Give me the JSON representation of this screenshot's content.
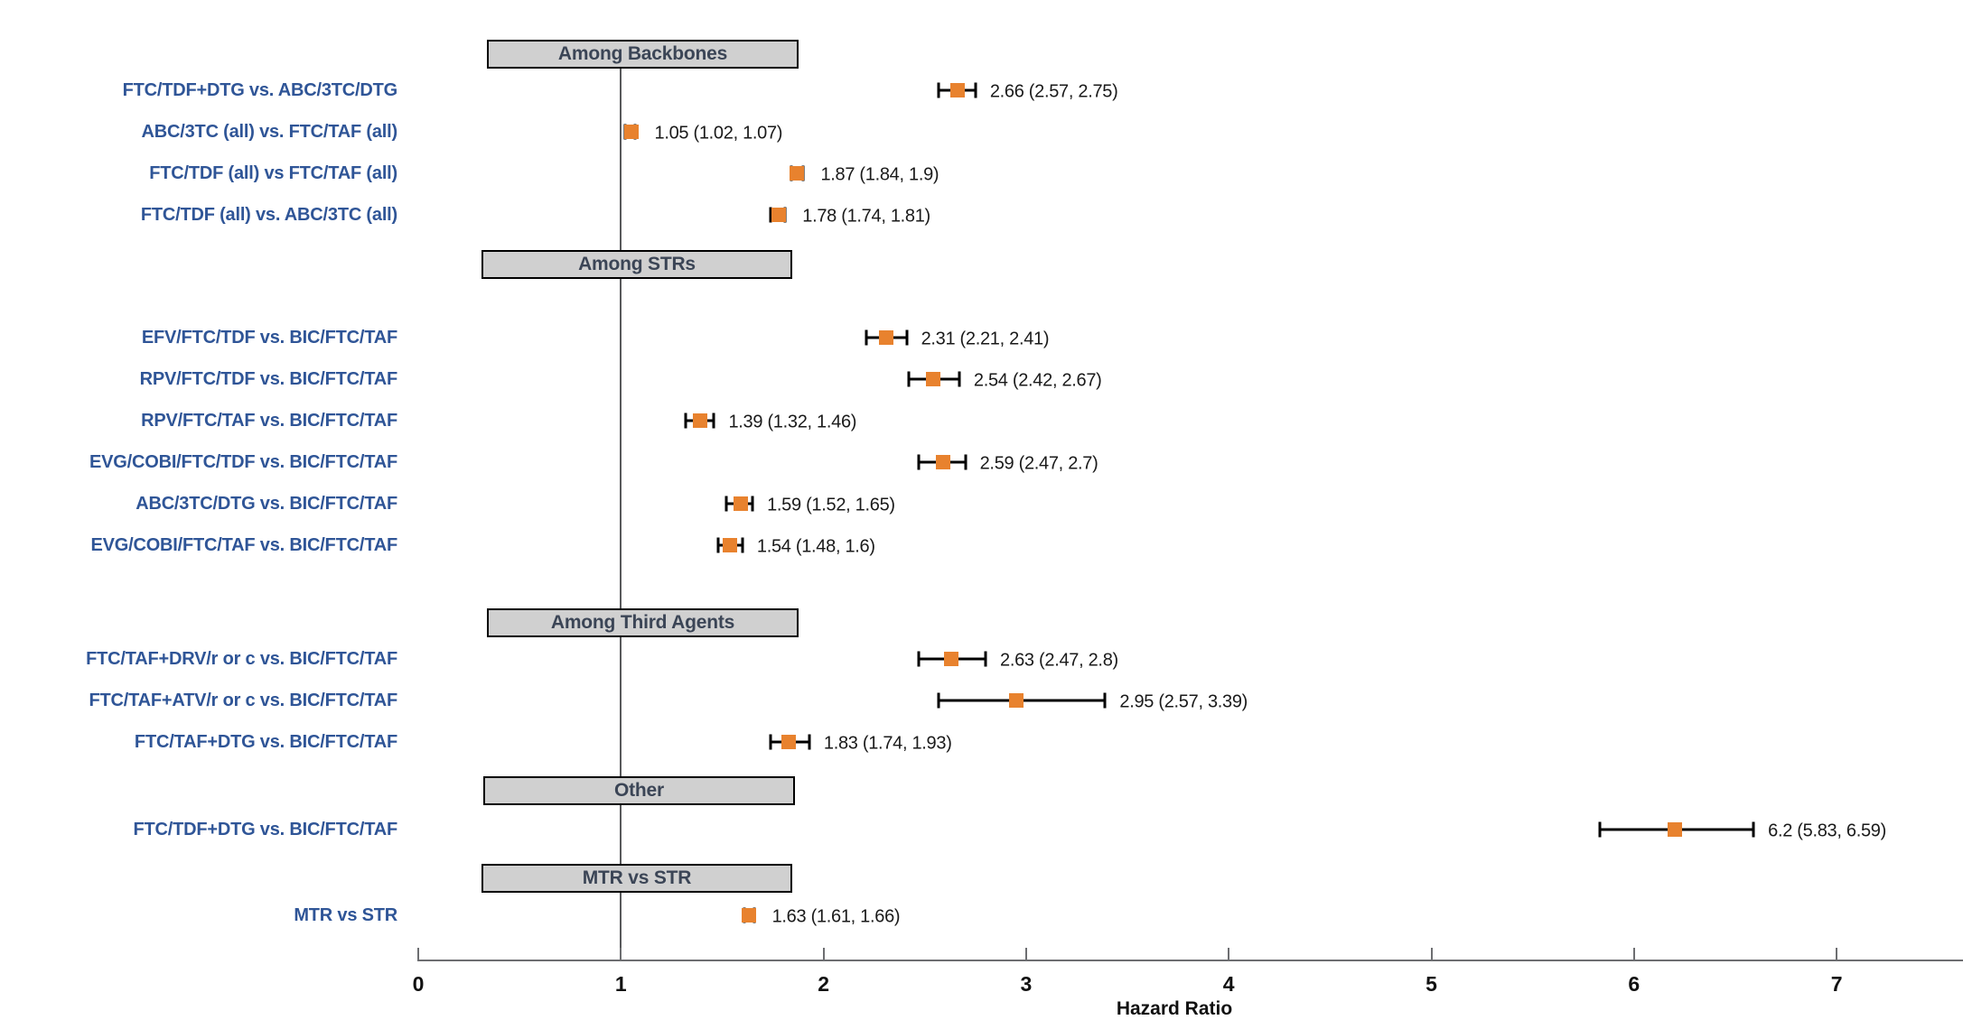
{
  "chart_data": {
    "type": "forest",
    "title": "",
    "xlabel": "Hazard Ratio",
    "ylabel": "",
    "xlim": [
      0,
      7
    ],
    "xticks": [
      "0",
      "1",
      "2",
      "3",
      "4",
      "5",
      "6",
      "7"
    ],
    "grid": false,
    "reference_line": 1,
    "marker_color": "#e8822e",
    "label_color": "#2f5597",
    "section_header_fill": "#d0d0d0",
    "sections": [
      {
        "header": "Among Backbones",
        "rows": [
          {
            "label": "FTC/TDF+DTG vs. ABC/3TC/DTG",
            "estimate": 2.66,
            "lower": 2.57,
            "upper": 2.75,
            "text": "2.66 (2.57, 2.75)"
          },
          {
            "label": "ABC/3TC (all) vs. FTC/TAF (all)",
            "estimate": 1.05,
            "lower": 1.02,
            "upper": 1.07,
            "text": "1.05 (1.02, 1.07)"
          },
          {
            "label": "FTC/TDF (all) vs FTC/TAF (all)",
            "estimate": 1.87,
            "lower": 1.84,
            "upper": 1.9,
            "text": "1.87 (1.84, 1.9)"
          },
          {
            "label": "FTC/TDF (all) vs. ABC/3TC (all)",
            "estimate": 1.78,
            "lower": 1.74,
            "upper": 1.81,
            "text": "1.78 (1.74, 1.81)"
          }
        ]
      },
      {
        "header": "Among STRs",
        "rows": [
          {
            "label": "EFV/FTC/TDF vs. BIC/FTC/TAF",
            "estimate": 2.31,
            "lower": 2.21,
            "upper": 2.41,
            "text": "2.31 (2.21, 2.41)"
          },
          {
            "label": "RPV/FTC/TDF vs. BIC/FTC/TAF",
            "estimate": 2.54,
            "lower": 2.42,
            "upper": 2.67,
            "text": "2.54 (2.42, 2.67)"
          },
          {
            "label": "RPV/FTC/TAF vs. BIC/FTC/TAF",
            "estimate": 1.39,
            "lower": 1.32,
            "upper": 1.46,
            "text": "1.39 (1.32, 1.46)"
          },
          {
            "label": "EVG/COBI/FTC/TDF vs. BIC/FTC/TAF",
            "estimate": 2.59,
            "lower": 2.47,
            "upper": 2.7,
            "text": "2.59 (2.47, 2.7)"
          },
          {
            "label": "ABC/3TC/DTG vs. BIC/FTC/TAF",
            "estimate": 1.59,
            "lower": 1.52,
            "upper": 1.65,
            "text": "1.59 (1.52, 1.65)"
          },
          {
            "label": "EVG/COBI/FTC/TAF vs. BIC/FTC/TAF",
            "estimate": 1.54,
            "lower": 1.48,
            "upper": 1.6,
            "text": "1.54 (1.48, 1.6)"
          }
        ]
      },
      {
        "header": "Among Third Agents",
        "rows": [
          {
            "label": "FTC/TAF+DRV/r or c vs. BIC/FTC/TAF",
            "estimate": 2.63,
            "lower": 2.47,
            "upper": 2.8,
            "text": "2.63 (2.47, 2.8)"
          },
          {
            "label": "FTC/TAF+ATV/r or c vs. BIC/FTC/TAF",
            "estimate": 2.95,
            "lower": 2.57,
            "upper": 3.39,
            "text": "2.95 (2.57, 3.39)"
          },
          {
            "label": "FTC/TAF+DTG vs. BIC/FTC/TAF",
            "estimate": 1.83,
            "lower": 1.74,
            "upper": 1.93,
            "text": "1.83 (1.74, 1.93)"
          }
        ]
      },
      {
        "header": "Other",
        "rows": [
          {
            "label": "FTC/TDF+DTG vs. BIC/FTC/TAF",
            "estimate": 6.2,
            "lower": 5.83,
            "upper": 6.59,
            "text": "6.2 (5.83, 6.59)"
          }
        ]
      },
      {
        "header": "MTR vs STR",
        "rows": [
          {
            "label": "MTR vs STR",
            "estimate": 1.63,
            "lower": 1.61,
            "upper": 1.66,
            "text": "1.63 (1.61, 1.66)"
          }
        ]
      }
    ]
  }
}
